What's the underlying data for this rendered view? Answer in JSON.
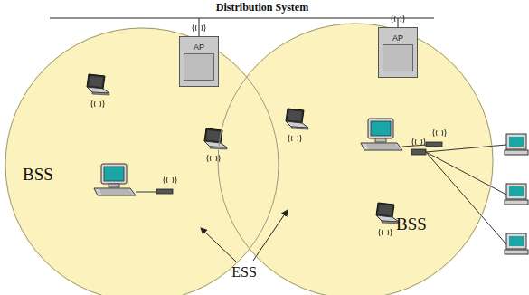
{
  "diagram": {
    "nodes": [
      {
        "text": [
          "BSS"
        ]
      },
      {
        "text": [
          "AP"
        ],
        "in": 0
      },
      {
        "text": [
          "BSS"
        ]
      },
      {
        "text": [
          "AP"
        ],
        "in": 2
      }
    ],
    "labels": [
      "Distribution System",
      "ESS"
    ]
  }
}
